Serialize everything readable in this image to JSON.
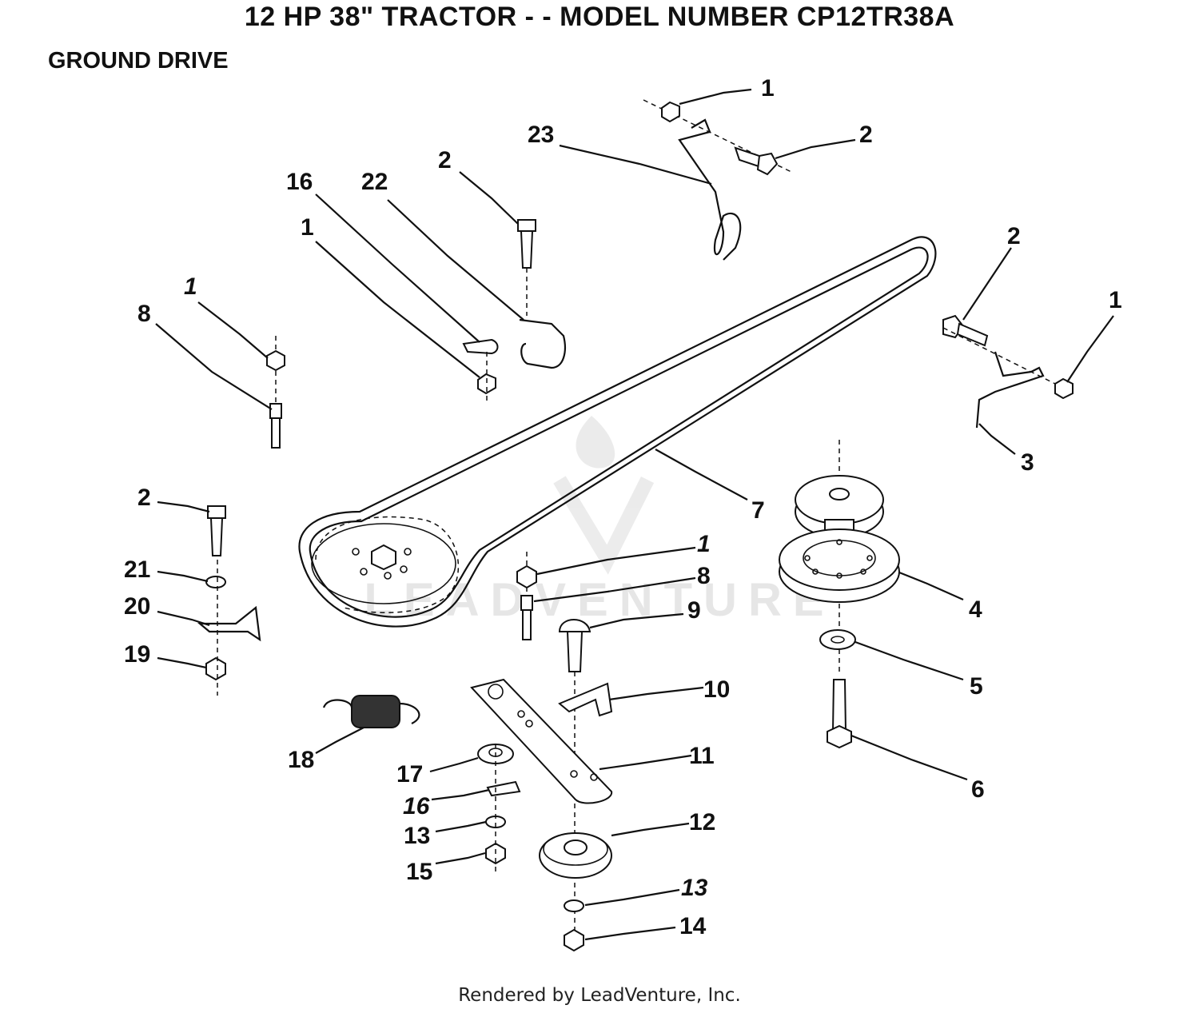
{
  "header": {
    "title": "12 HP 38\" TRACTOR - - MODEL NUMBER CP12TR38A",
    "section": "GROUND DRIVE"
  },
  "watermark": "LEADVENTURE",
  "footer": "Rendered by LeadVenture, Inc.",
  "callouts": {
    "c1a": "1",
    "c2a": "2",
    "c23": "23",
    "c2b": "2",
    "c16a": "16",
    "c22": "22",
    "c1b": "1",
    "c2c": "2",
    "c1c": "1",
    "c3": "3",
    "c1d": "1",
    "c8a": "8",
    "c7": "7",
    "c2d": "2",
    "c21": "21",
    "c20": "20",
    "c19": "19",
    "c1e": "1",
    "c8b": "8",
    "c9": "9",
    "c4": "4",
    "c5": "5",
    "c10": "10",
    "c18": "18",
    "c11": "11",
    "c6": "6",
    "c17": "17",
    "c16b": "16",
    "c13a": "13",
    "c12": "12",
    "c15": "15",
    "c13b": "13",
    "c14": "14"
  }
}
